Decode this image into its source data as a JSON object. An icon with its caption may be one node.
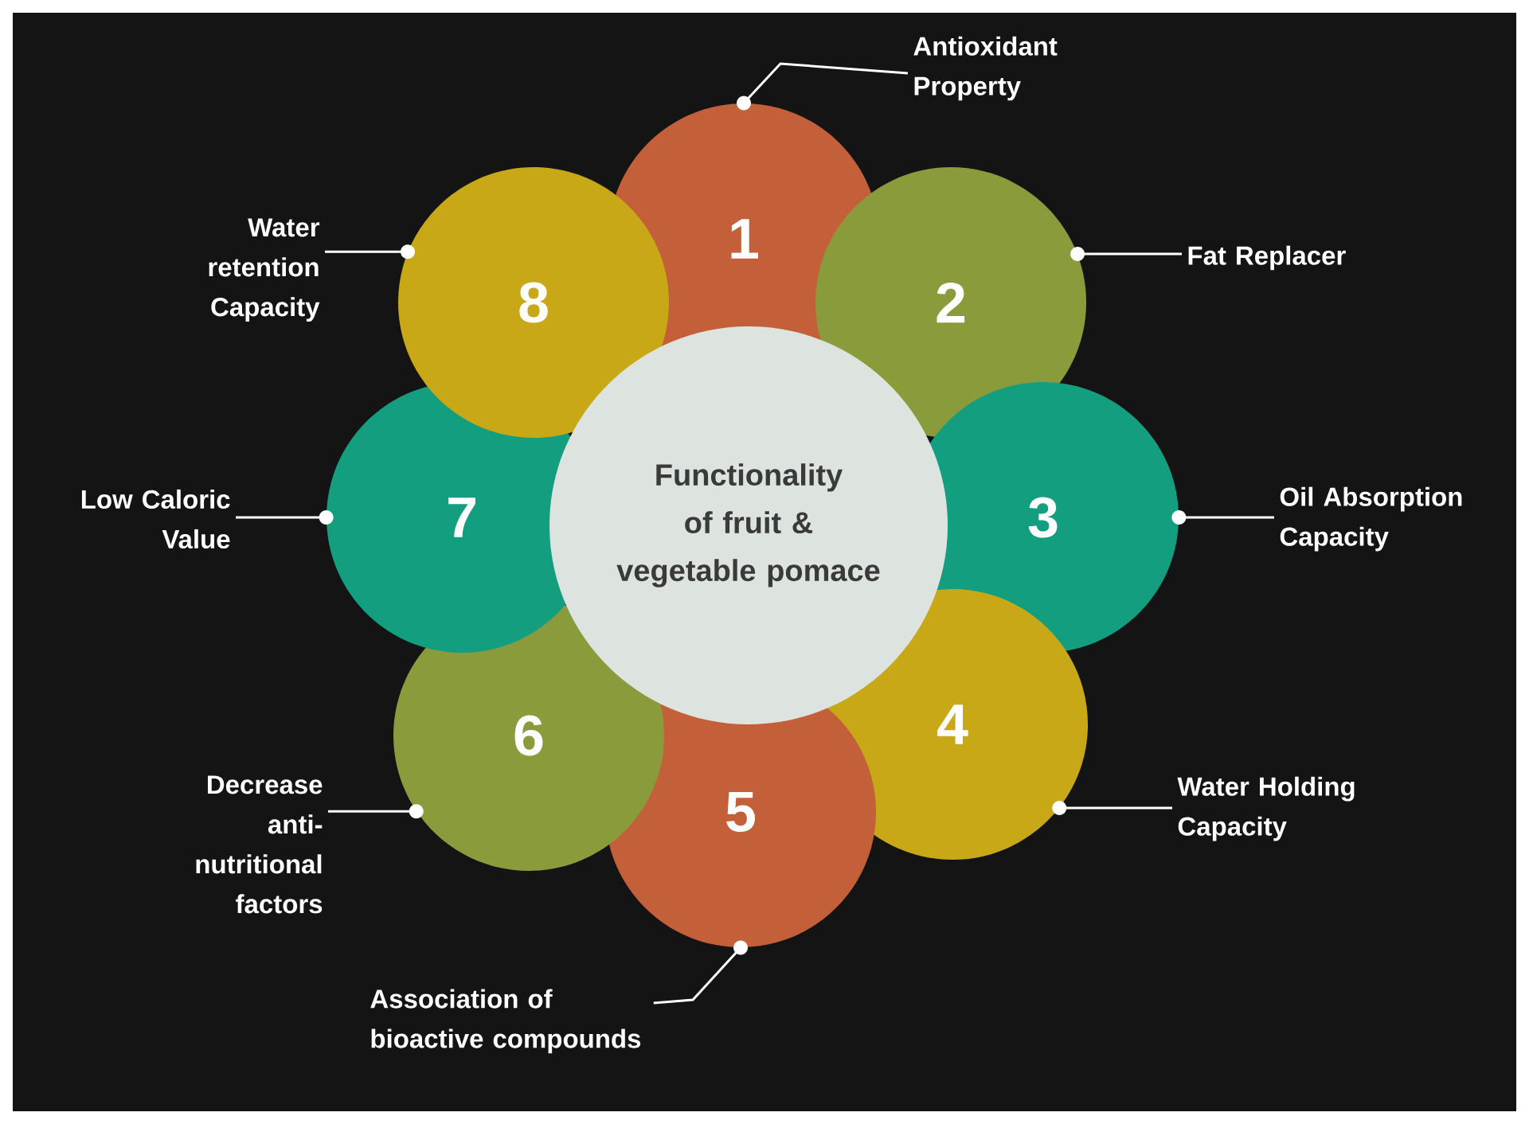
{
  "diagram": {
    "nodes": [
      {
        "text": [
          "Functionality of fruit & vegetable pomace"
        ]
      },
      {
        "text": [
          "1"
        ]
      },
      {
        "text": [
          "2"
        ]
      },
      {
        "text": [
          "3"
        ]
      },
      {
        "text": [
          "4"
        ]
      },
      {
        "text": [
          "5"
        ]
      },
      {
        "text": [
          "6"
        ]
      },
      {
        "text": [
          "7"
        ]
      },
      {
        "text": [
          "8"
        ]
      },
      {
        "text": [
          "Antioxidant Property"
        ]
      },
      {
        "text": [
          "Fat Replacer"
        ]
      },
      {
        "text": [
          "Oil Absorption Capacity"
        ]
      },
      {
        "text": [
          "Water Holding Capacity"
        ]
      },
      {
        "text": [
          "Association of bioactive compounds"
        ]
      },
      {
        "text": [
          "Decrease anti-nutritional factors"
        ]
      },
      {
        "text": [
          "Low Caloric Value"
        ]
      },
      {
        "text": [
          "Water retention Capacity"
        ]
      }
    ],
    "edges": [
      {
        "from": 9,
        "to": 1,
        "arrow": "other"
      },
      {
        "from": 10,
        "to": 2,
        "arrow": "other"
      },
      {
        "from": 11,
        "to": 3,
        "arrow": "other"
      },
      {
        "from": 12,
        "to": 4,
        "arrow": "other"
      },
      {
        "from": 13,
        "to": 5,
        "arrow": "other"
      },
      {
        "from": 14,
        "to": 6,
        "arrow": "other"
      },
      {
        "from": 15,
        "to": 7,
        "arrow": "other"
      },
      {
        "from": 16,
        "to": 8,
        "arrow": "other"
      }
    ]
  }
}
